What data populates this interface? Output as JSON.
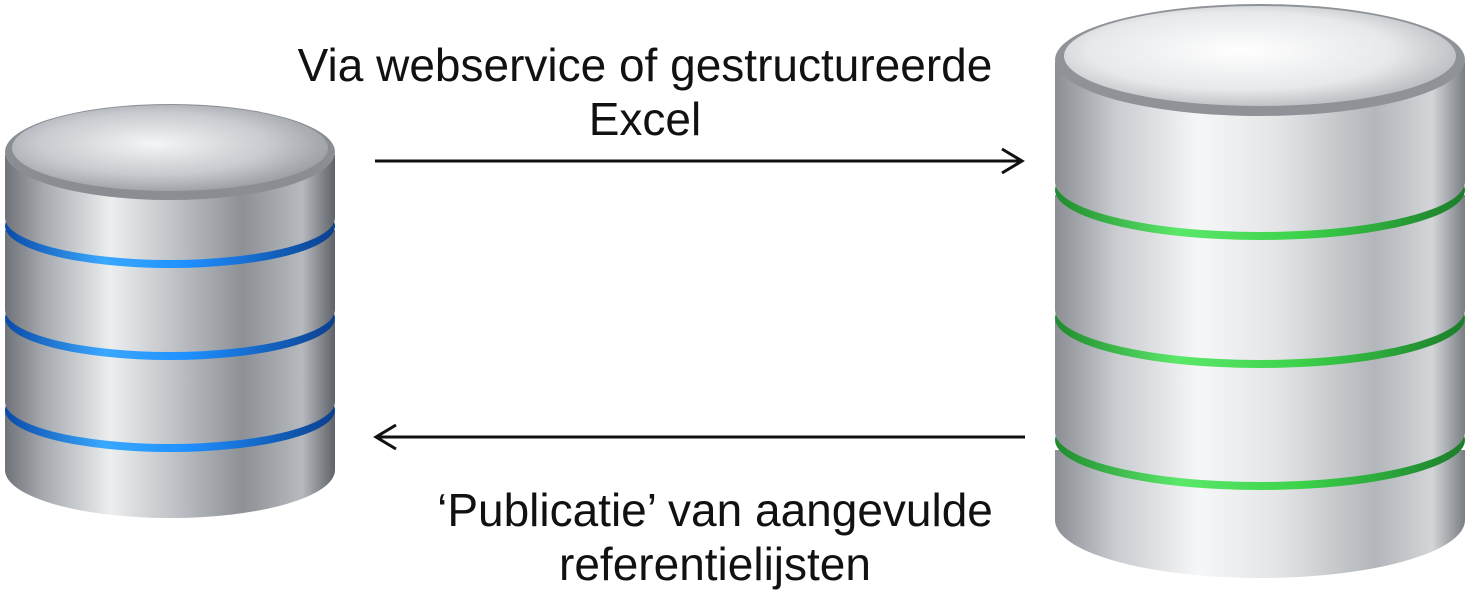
{
  "flow_top": {
    "line1": "Via webservice of gestructureerde",
    "line2": "Excel"
  },
  "flow_bottom": {
    "line1": "‘Publicatie’ van aangevulde",
    "line2": "referentielijsten"
  },
  "colors": {
    "left_db_accent": "#1e90ff",
    "right_db_accent": "#3cd24a",
    "metal": "#b9bcc0",
    "arrow": "#111111"
  },
  "icons": {
    "left_database": "database-icon",
    "right_database": "database-icon"
  }
}
